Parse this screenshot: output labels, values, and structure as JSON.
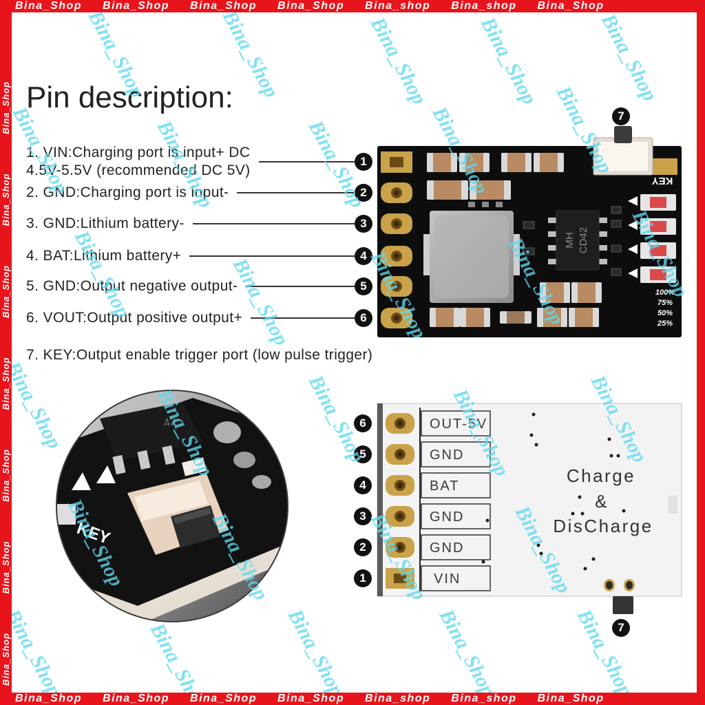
{
  "watermark": {
    "top_strip": "Bina_Shop Bina_Shop Bina_Shop Bina_Shop Bina_shop Bina_shop Bina_Shop",
    "bottom_strip": "Bina_Shop Bina_Shop Bina_Shop Bina_Shop Bina_shop Bina_shop Bina_Shop",
    "side_strip": "Bina_Shop Bina_Shop Bina_Shop Bina_Shop Bina_Shop Bina_Shop Bina_Shop",
    "diagonal": "Bina_Shop"
  },
  "colors": {
    "frame_red": "#e8141c",
    "watermark_cyan": "#5fd8ee",
    "pad_gold": "#c9a24a",
    "pcb_black": "#0d0d0d",
    "marker_black": "#111111"
  },
  "title": "Pin description:",
  "pins": [
    {
      "number": "1",
      "line1": "1. VIN:Charging port is input+ DC",
      "line2": "4.5V-5.5V (recommended DC 5V)"
    },
    {
      "number": "2",
      "line1": "2. GND:Charging port is input-"
    },
    {
      "number": "3",
      "line1": "3. GND:Lithium battery-"
    },
    {
      "number": "4",
      "line1": "4. BAT:Lithium battery+"
    },
    {
      "number": "5",
      "line1": "5. GND:Output negative output-"
    },
    {
      "number": "6",
      "line1": "6. VOUT:Output positive output+"
    },
    {
      "line1": "7. KEY:Output enable trigger port (low pulse trigger)"
    }
  ],
  "top_board": {
    "key_label": "KEY",
    "chip_line1": "MH",
    "chip_line2": "CD42",
    "battery_levels": [
      "100%",
      "75%",
      "50%",
      "25%"
    ],
    "switch_marker": "7"
  },
  "bottom_board": {
    "pins": [
      {
        "number": "6",
        "label": "OUT-5V"
      },
      {
        "number": "5",
        "label": "GND"
      },
      {
        "number": "4",
        "label": "BAT"
      },
      {
        "number": "3",
        "label": "GND"
      },
      {
        "number": "2",
        "label": "GND"
      },
      {
        "number": "1",
        "label": "VIN"
      }
    ],
    "title_line1": "Charge",
    "title_amp": "&",
    "title_line2": "DisCharge",
    "switch_marker": "7"
  },
  "closeup_photo": {
    "key_label": "KEY",
    "chip_mark": "42"
  }
}
